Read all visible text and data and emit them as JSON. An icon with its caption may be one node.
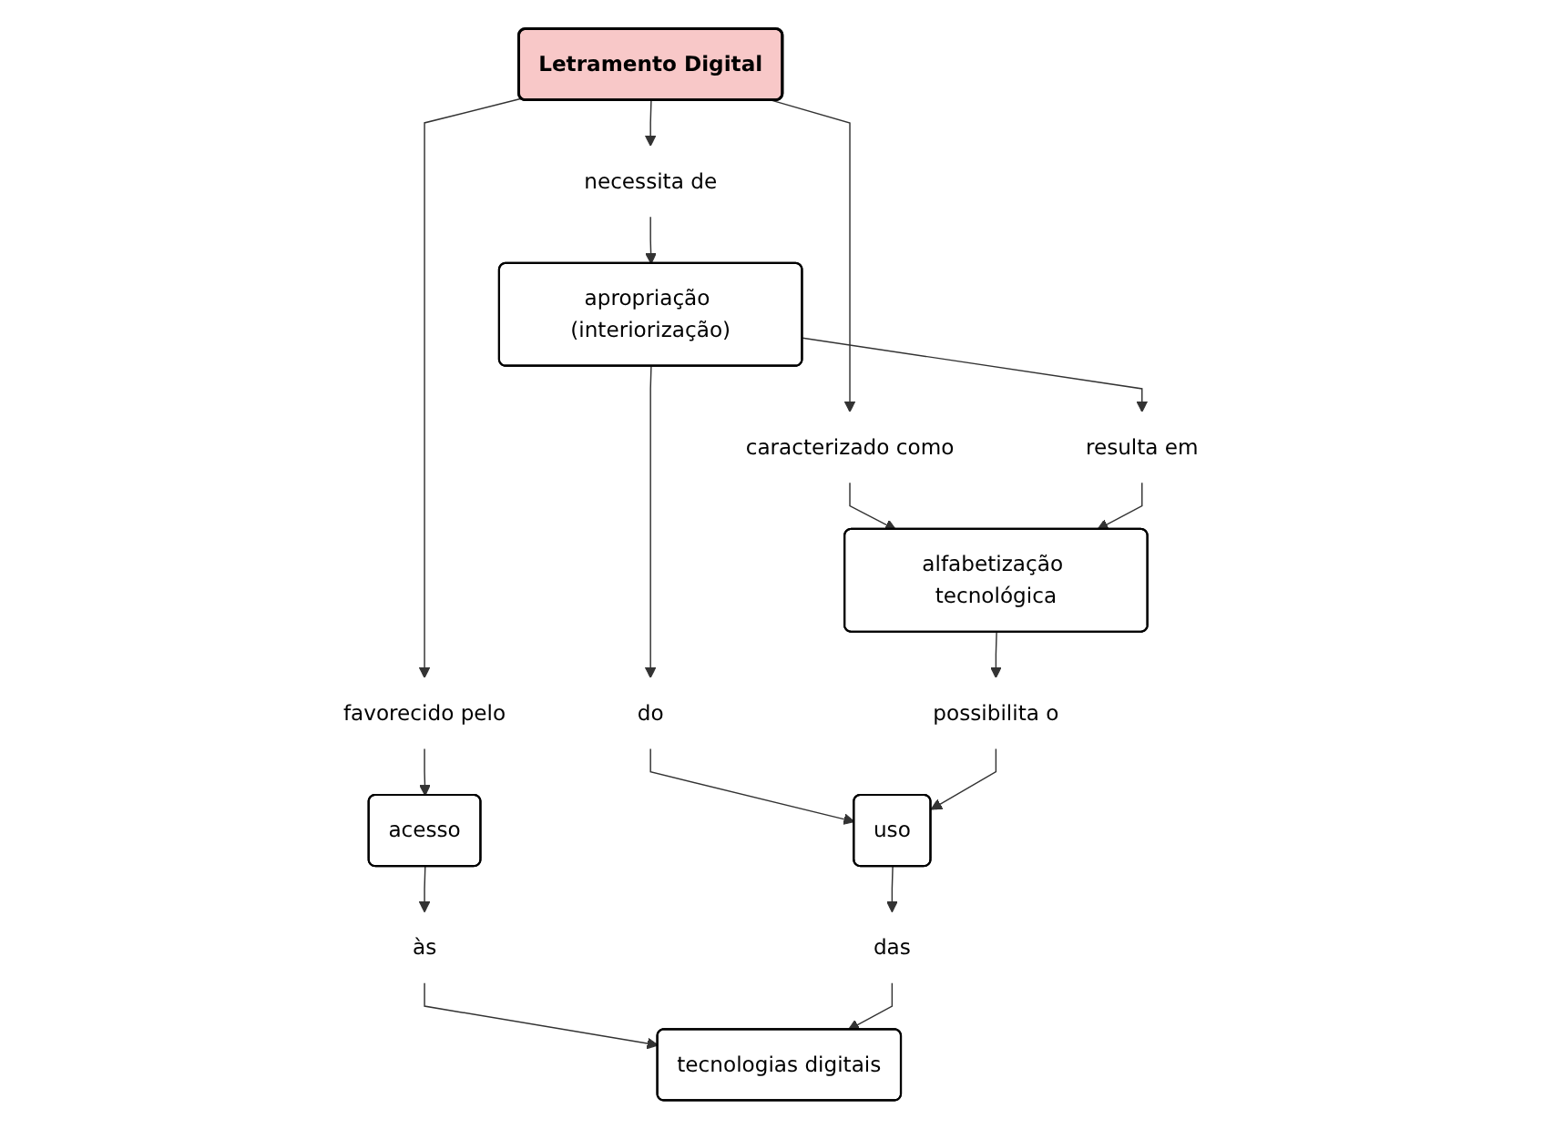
{
  "diagram": {
    "nodes": [
      {
        "text": [
          "Letramento Digital"
        ]
      },
      {
        "text": [
          "favorecido pelo"
        ]
      },
      {
        "text": [
          "acesso"
        ]
      },
      {
        "text": [
          "necessita de"
        ]
      },
      {
        "text": [
          "caracterizado como"
        ]
      },
      {
        "text": [
          "às"
        ]
      },
      {
        "text": [
          "apropriação (interiorização)"
        ]
      },
      {
        "text": [
          "tecnologias digitais"
        ]
      },
      {
        "text": [
          "resulta em"
        ]
      },
      {
        "text": [
          "do"
        ]
      },
      {
        "text": [
          "das"
        ]
      },
      {
        "text": [
          "alfabetização tecnológica"
        ]
      },
      {
        "text": [
          "possibilita o"
        ]
      },
      {
        "text": [
          "uso"
        ]
      }
    ],
    "edges": [
      {
        "from": 0,
        "to": 1,
        "arrow": "to"
      },
      {
        "from": 1,
        "to": 2,
        "arrow": "to"
      },
      {
        "from": 2,
        "to": 5,
        "arrow": "to"
      },
      {
        "from": 5,
        "to": 7,
        "arrow": "to"
      },
      {
        "from": 0,
        "to": 3,
        "arrow": "to"
      },
      {
        "from": 3,
        "to": 6,
        "arrow": "to"
      },
      {
        "from": 0,
        "to": 4,
        "arrow": "to"
      },
      {
        "from": 4,
        "to": 11,
        "arrow": "to"
      },
      {
        "from": 6,
        "to": 8,
        "arrow": "to"
      },
      {
        "from": 8,
        "to": 11,
        "arrow": "to"
      },
      {
        "from": 6,
        "to": 9,
        "arrow": "to"
      },
      {
        "from": 9,
        "to": 13,
        "arrow": "to"
      },
      {
        "from": 13,
        "to": 10,
        "arrow": "to"
      },
      {
        "from": 10,
        "to": 7,
        "arrow": "to"
      },
      {
        "from": 11,
        "to": 12,
        "arrow": "to"
      },
      {
        "from": 12,
        "to": 13,
        "arrow": "to"
      }
    ]
  }
}
